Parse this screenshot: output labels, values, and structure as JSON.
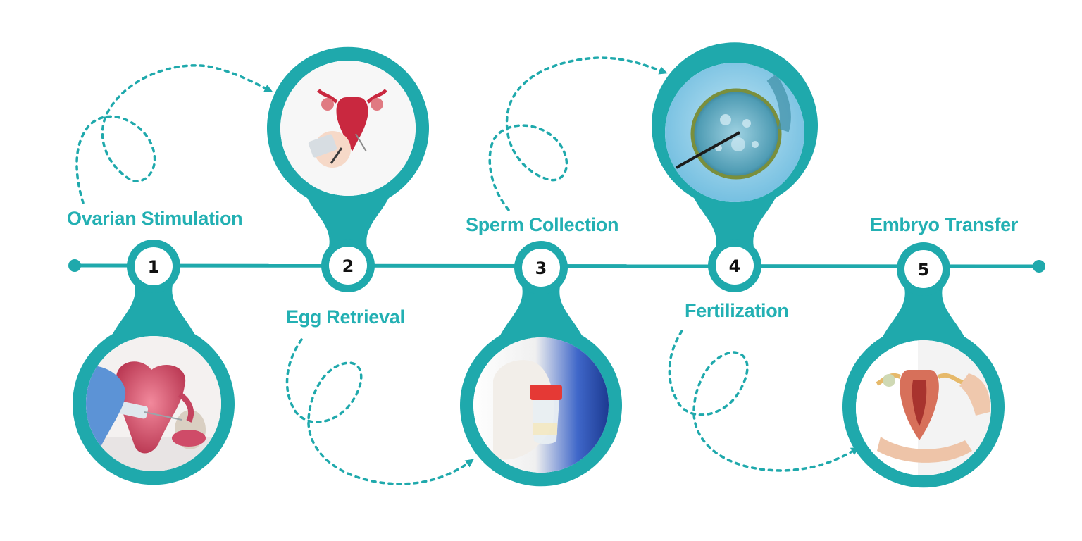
{
  "colors": {
    "teal": "#1fa9ac",
    "title": "#23b0b3",
    "number": "#111111",
    "background": "#ffffff"
  },
  "steps": [
    {
      "number": "1",
      "title": "Ovarian Stimulation",
      "title_side": "above",
      "bubble_side": "below",
      "image": "ovary-injection-photo"
    },
    {
      "number": "2",
      "title": "Egg Retrieval",
      "title_side": "below",
      "bubble_side": "above",
      "image": "uterus-pills-illustration"
    },
    {
      "number": "3",
      "title": "Sperm Collection",
      "title_side": "above",
      "bubble_side": "below",
      "image": "sample-cup-photo"
    },
    {
      "number": "4",
      "title": "Fertilization",
      "title_side": "below",
      "bubble_side": "above",
      "image": "icsi-egg-micrograph"
    },
    {
      "number": "5",
      "title": "Embryo Transfer",
      "title_side": "above",
      "bubble_side": "below",
      "image": "uterus-model-photo"
    }
  ]
}
